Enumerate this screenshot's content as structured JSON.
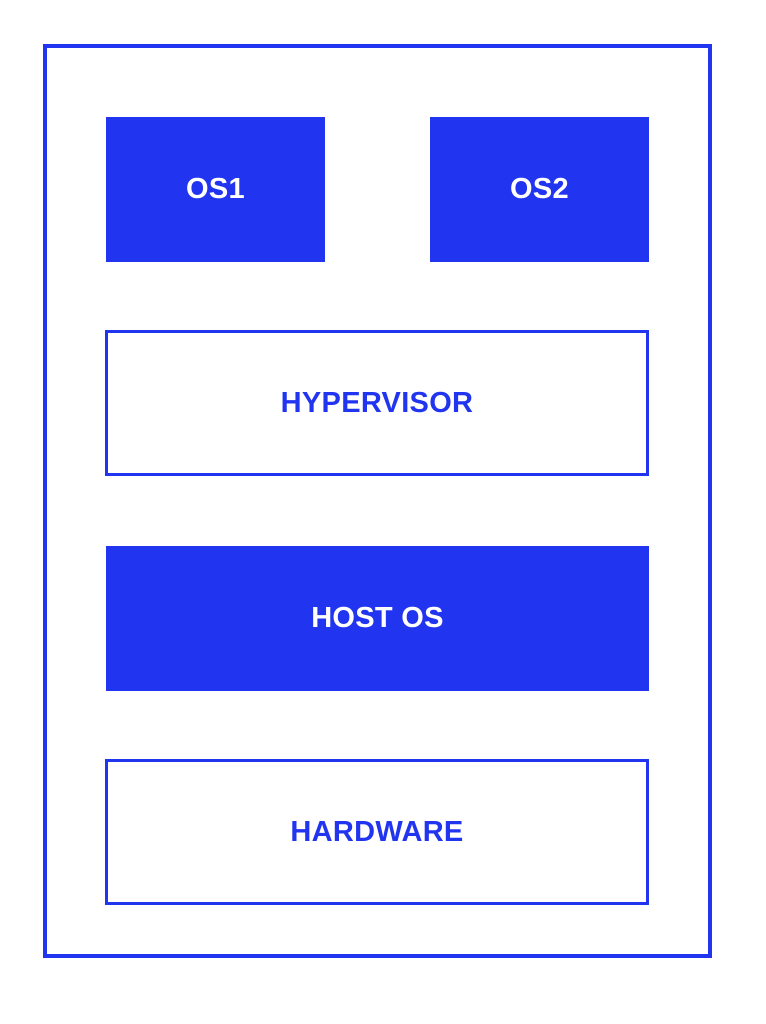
{
  "diagram": {
    "colors": {
      "accent": "#2135f0",
      "background": "#ffffff",
      "filled_text": "#ffffff"
    },
    "blocks": {
      "os1": {
        "label": "OS1",
        "style": "filled"
      },
      "os2": {
        "label": "OS2",
        "style": "filled"
      },
      "hypervisor": {
        "label": "HYPERVISOR",
        "style": "outlined"
      },
      "host_os": {
        "label": "HOST OS",
        "style": "filled"
      },
      "hardware": {
        "label": "HARDWARE",
        "style": "outlined"
      }
    }
  }
}
